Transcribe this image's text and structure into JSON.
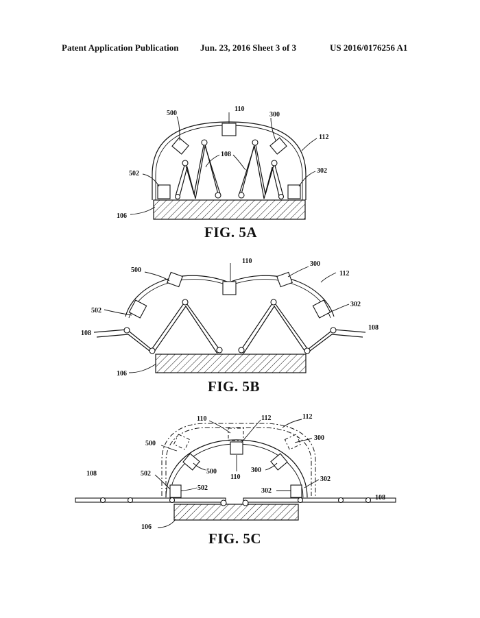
{
  "header": {
    "left": "Patent Application Publication",
    "middle": "Jun. 23, 2016  Sheet 3 of 3",
    "right": "US 2016/0176256 A1"
  },
  "figures": {
    "fig5a": {
      "caption": "FIG. 5A",
      "labels": {
        "r500": "500",
        "r110": "110",
        "r300": "300",
        "r112": "112",
        "r108": "108",
        "r502": "502",
        "r302": "302",
        "r106": "106"
      }
    },
    "fig5b": {
      "caption": "FIG. 5B",
      "labels": {
        "r110": "110",
        "r500": "500",
        "r300": "300",
        "r112": "112",
        "r502": "502",
        "r302": "302",
        "r108a": "108",
        "r108b": "108",
        "r106": "106"
      }
    },
    "fig5c": {
      "caption": "FIG. 5C",
      "labels": {
        "r110a": "110",
        "r112a": "112",
        "r112b": "112",
        "r500a": "500",
        "r300a": "300",
        "r500b": "500",
        "r110b": "110",
        "r300b": "300",
        "r502a": "502",
        "r502b": "502",
        "r302a": "302",
        "r302b": "302",
        "r108a": "108",
        "r108b": "108",
        "r106": "106"
      }
    }
  }
}
